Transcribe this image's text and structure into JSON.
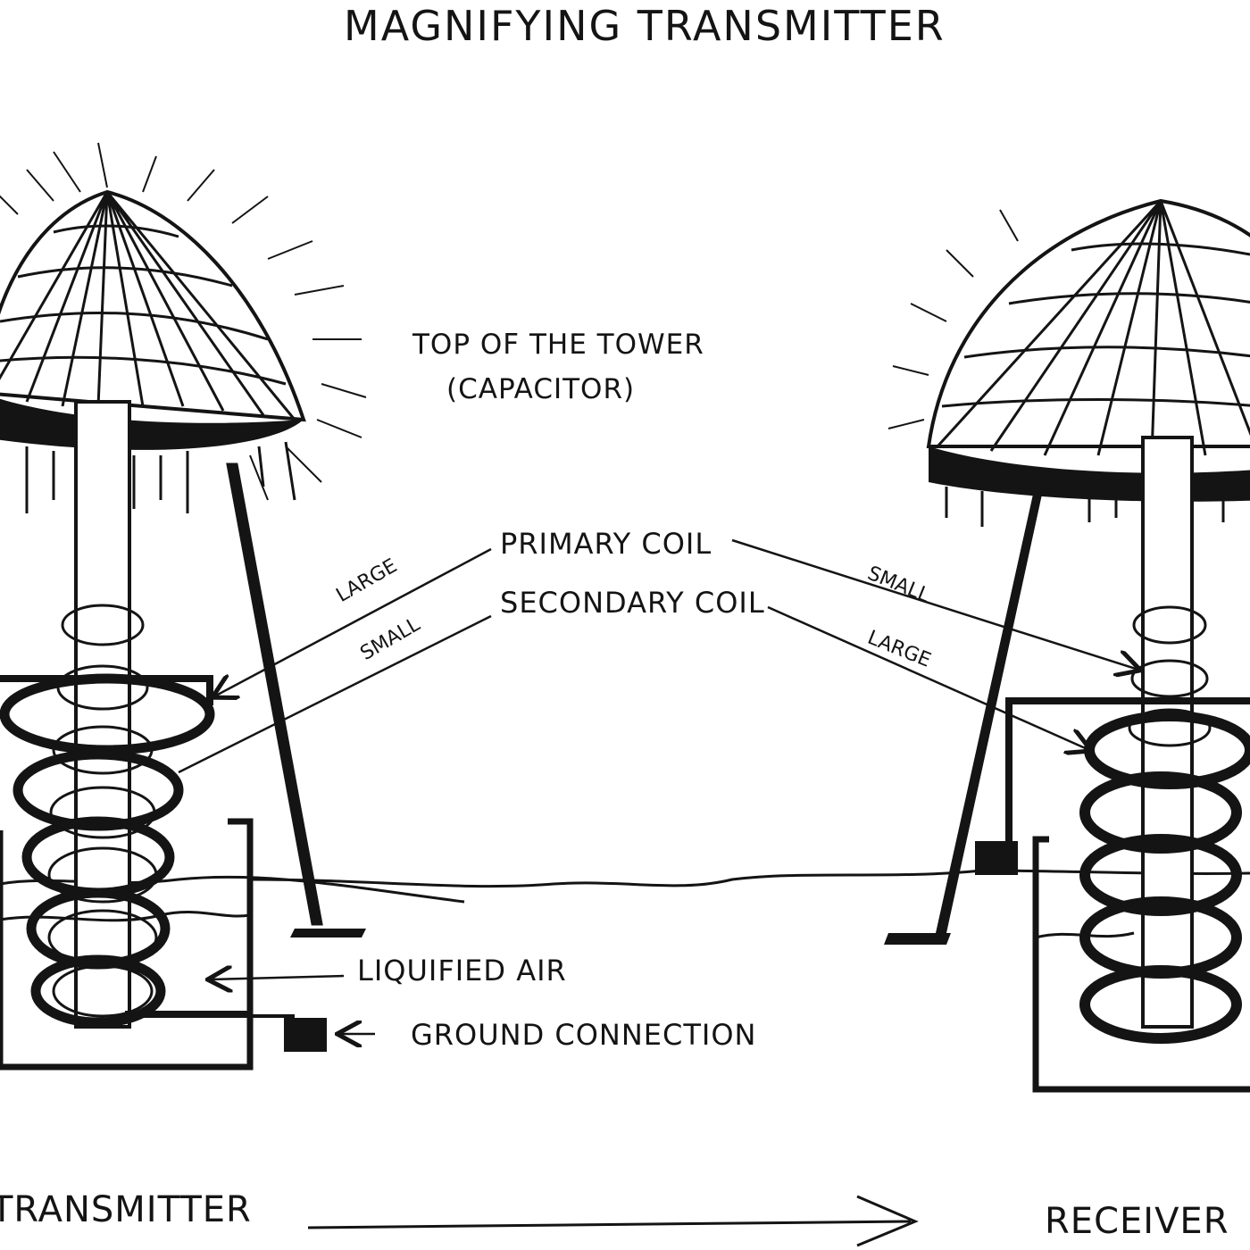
{
  "title": "MAGNIFYING TRANSMITTER",
  "labels": {
    "capacitor_line1": "TOP OF THE TOWER",
    "capacitor_line2": "(CAPACITOR)",
    "primary_coil": "PRIMARY COIL",
    "secondary_coil": "SECONDARY COIL",
    "left_large": "LARGE",
    "left_small": "SMALL",
    "right_small": "SMALL",
    "right_large": "LARGE",
    "liquified_air": "LIQUIFIED AIR",
    "ground_connection": "GROUND CONNECTION",
    "transmitter": "TRANSMITTER",
    "receiver": "RECEIVER"
  }
}
